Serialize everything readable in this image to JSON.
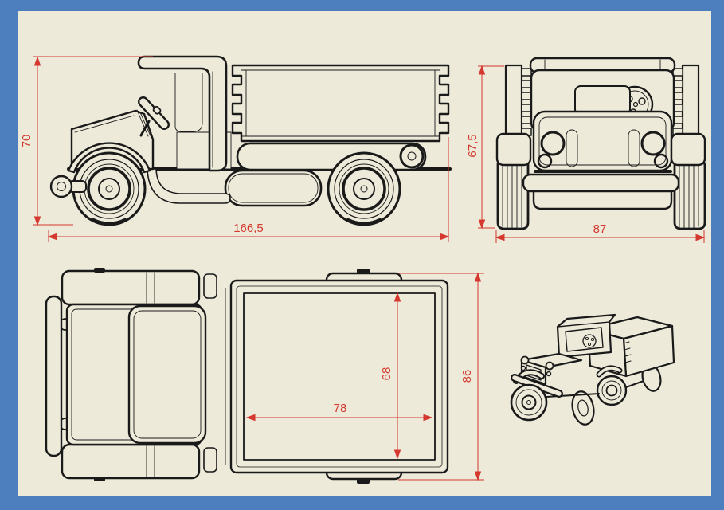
{
  "frame": {
    "border_color": "#4d7fbe",
    "sheet_color": "#edead9"
  },
  "palette": {
    "line_color": "#1a1a1a",
    "dimension_color": "#d4382e"
  },
  "drawing": {
    "type": "CAD multi-view technical drawing of a wooden toy truck",
    "views": {
      "side": {
        "label": "side view",
        "dim_height": "70",
        "dim_length": "166,5"
      },
      "front": {
        "label": "front view",
        "dim_height": "67,5",
        "dim_width": "87"
      },
      "top": {
        "label": "top view",
        "dim_bed_width": "68",
        "dim_bed_length": "78",
        "dim_overall_width": "86"
      },
      "isometric": {
        "label": "isometric view"
      }
    }
  }
}
